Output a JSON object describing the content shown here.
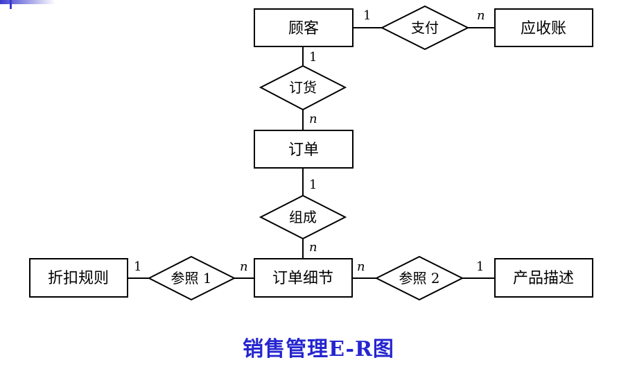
{
  "entities": {
    "customer": "顾客",
    "receivable": "应收账",
    "order": "订单",
    "order_detail": "订单细节",
    "discount_rule": "折扣规则",
    "product_desc": "产品描述"
  },
  "relationships": {
    "pay": "支付",
    "place_order": "订货",
    "compose": "组成",
    "ref1": "参照 1",
    "ref2": "参照 2"
  },
  "cardinality": {
    "one": "1",
    "many": "n"
  },
  "caption": "销售管理E-R图",
  "colors": {
    "caption": "#2525d0",
    "decor_blue": "#3a3ad0",
    "line": "#000000"
  }
}
